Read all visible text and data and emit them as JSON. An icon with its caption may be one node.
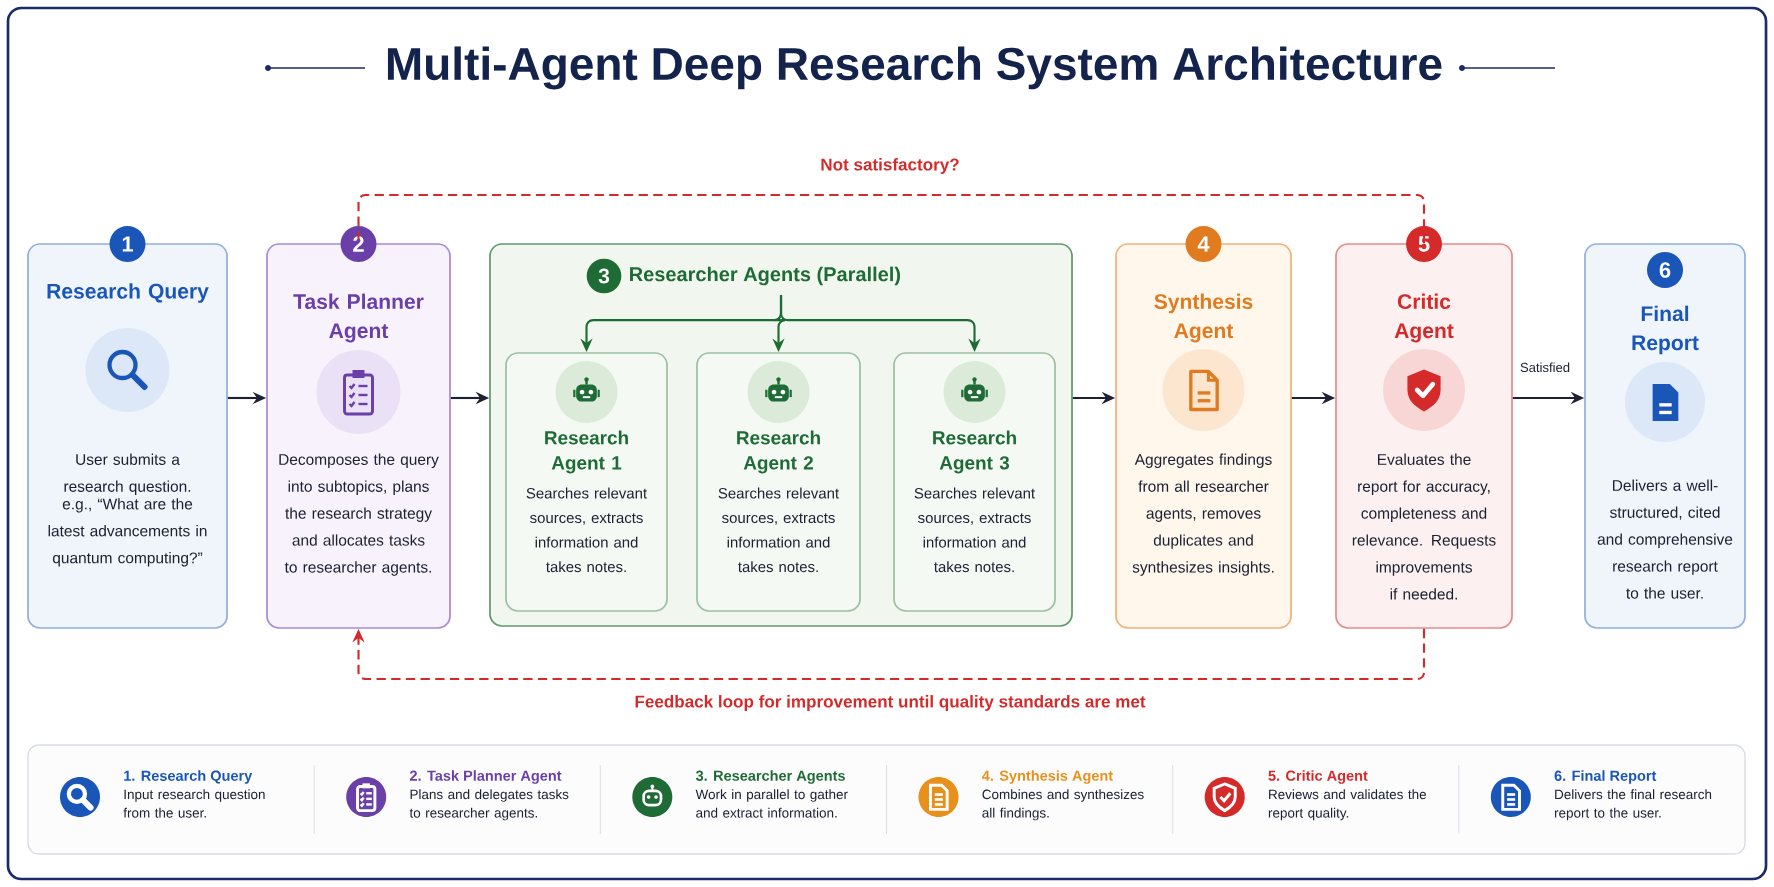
{
  "diagram": {
    "title": "Multi-Agent Deep Research System Architecture",
    "nodes": [
      {
        "text": [
          "1",
          "Research Query",
          "User submits a research question.",
          "e.g., “What are the latest advancements in quantum computing?”"
        ]
      },
      {
        "text": [
          "2",
          "Task Planner Agent",
          "Decomposes the query into subtopics, plans the research strategy and allocates tasks to researcher agents."
        ]
      },
      {
        "text": [
          "3",
          "Researcher Agents (Parallel)"
        ]
      },
      {
        "text": [
          "Research Agent 1",
          "Searches relevant sources, extracts information and takes notes."
        ],
        "in": 2
      },
      {
        "text": [
          "Research Agent 2",
          "Searches relevant sources, extracts information and takes notes."
        ],
        "in": 2
      },
      {
        "text": [
          "Research Agent 3",
          "Searches relevant sources, extracts information and takes notes."
        ],
        "in": 2
      },
      {
        "text": [
          "4",
          "Synthesis Agent",
          "Aggregates findings from all researcher agents, removes duplicates and synthesizes insights."
        ]
      },
      {
        "text": [
          "5",
          "Critic Agent",
          "Evaluates the report for accuracy, completeness and relevance. Requests improvements if needed."
        ]
      },
      {
        "text": [
          "6",
          "Final Report",
          "Delivers a well-structured, cited and comprehensive research report to the user."
        ]
      }
    ],
    "edges": [
      {
        "from": 0,
        "to": 1,
        "arrow": "to"
      },
      {
        "from": 1,
        "to": 2,
        "arrow": "to"
      },
      {
        "from": 2,
        "to": 3,
        "arrow": "to",
        "color": "#1e6b35"
      },
      {
        "from": 2,
        "to": 4,
        "arrow": "to",
        "color": "#1e6b35"
      },
      {
        "from": 2,
        "to": 5,
        "arrow": "to",
        "color": "#1e6b35"
      },
      {
        "from": 2,
        "to": 6,
        "arrow": "to"
      },
      {
        "from": 6,
        "to": 7,
        "arrow": "to"
      },
      {
        "from": 7,
        "to": 8,
        "arrow": "to",
        "label": "Satisfied"
      },
      {
        "from": 7,
        "to": 1,
        "arrow": "none",
        "style": "dashed",
        "color": "#d42a2a",
        "label": "Not satisfactory?"
      },
      {
        "from": 7,
        "to": 1,
        "arrow": "to",
        "style": "dashed",
        "color": "#d42a2a",
        "label": "Feedback loop for improvement until quality standards are met"
      }
    ],
    "labels": [
      "Input research question from the user.",
      "Plans and delegates tasks to researcher agents.",
      "Work in parallel to gather and extract information.",
      "Combines and synthesizes all findings.",
      "Reviews and validates the report quality.",
      "Delivers the final research report to the user."
    ],
    "legend": [
      {
        "text": "1. Research Query",
        "color": "#1a56b8"
      },
      {
        "text": "2. Task Planner Agent",
        "color": "#6b3fa8"
      },
      {
        "text": "3. Researcher Agents",
        "color": "#1e6b35"
      },
      {
        "text": "4. Synthesis Agent",
        "color": "#e8901c"
      },
      {
        "text": "5. Critic Agent",
        "color": "#d42a2a"
      },
      {
        "text": "6. Final Report",
        "color": "#1a56b8"
      }
    ]
  }
}
